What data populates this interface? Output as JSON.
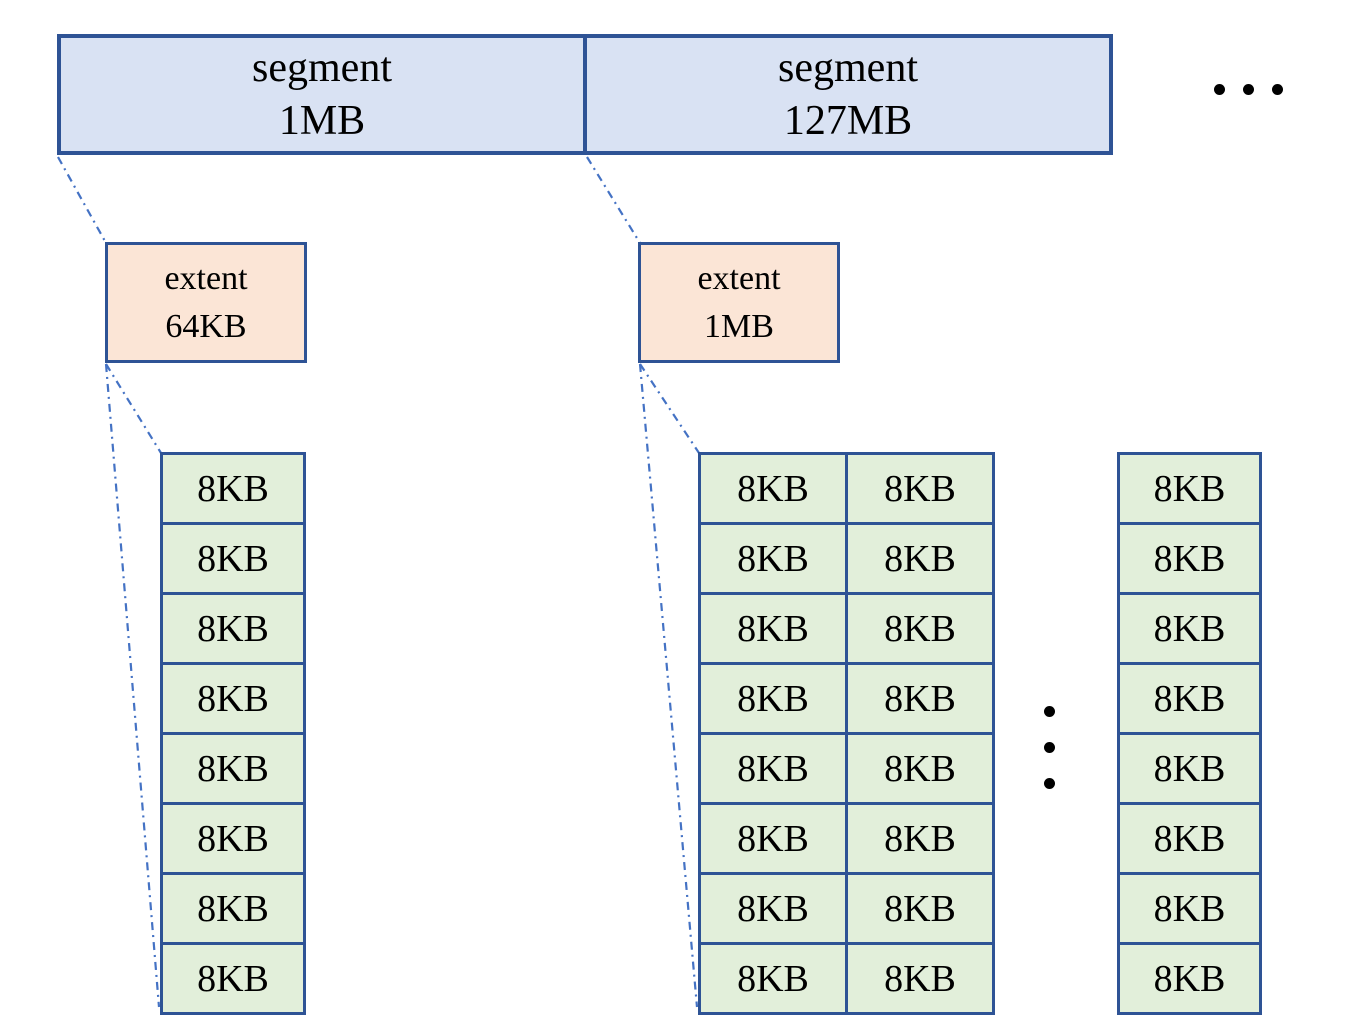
{
  "diagram": {
    "segments": [
      {
        "label": "segment",
        "size": "1MB"
      },
      {
        "label": "segment",
        "size": "127MB"
      }
    ],
    "extents": [
      {
        "label": "extent",
        "size": "64KB"
      },
      {
        "label": "extent",
        "size": "1MB"
      }
    ],
    "cell_label": "8KB",
    "grids": [
      {
        "columns": 1,
        "rows": 8
      },
      {
        "columns": 2,
        "rows": 8
      },
      {
        "columns": 1,
        "rows": 8
      }
    ],
    "horizontal_ellipsis_dots": 3,
    "vertical_ellipsis_dots": 3
  },
  "colors": {
    "border": "#2e5395",
    "segment_fill": "#d9e2f3",
    "extent_fill": "#fbe5d6",
    "page_fill": "#e2efda",
    "connector": "#4472c4",
    "text": "#000000"
  }
}
